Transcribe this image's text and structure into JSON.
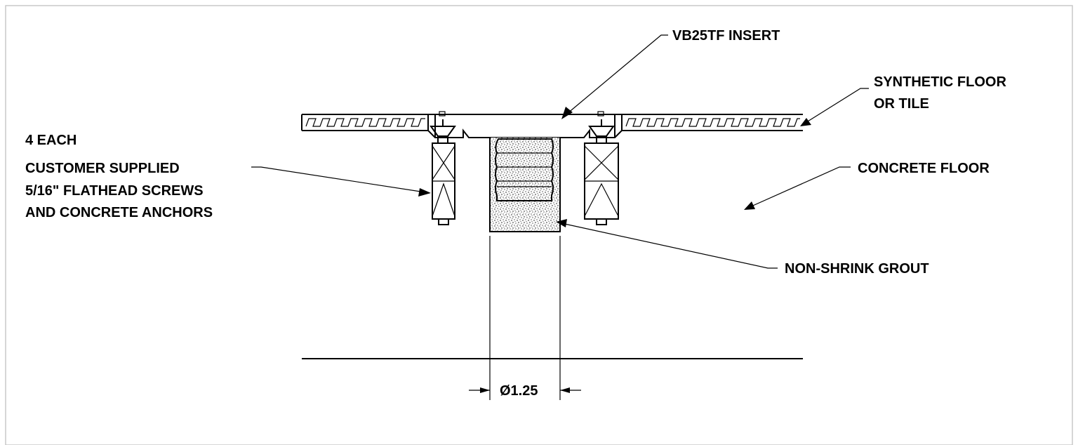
{
  "diagram": {
    "labels": {
      "insert": "VB25TF INSERT",
      "floor_top": "SYNTHETIC FLOOR",
      "floor_bottom": "OR TILE",
      "concrete": "CONCRETE FLOOR",
      "screws_1": "4 EACH",
      "screws_2": "CUSTOMER SUPPLIED",
      "screws_3": "5/16\" FLATHEAD SCREWS",
      "screws_4": "AND CONCRETE ANCHORS",
      "grout": "NON-SHRINK GROUT",
      "dimension": "Ø1.25"
    },
    "colors": {
      "line": "#000000",
      "frame": "#c8c8c8",
      "background": "#ffffff"
    }
  }
}
